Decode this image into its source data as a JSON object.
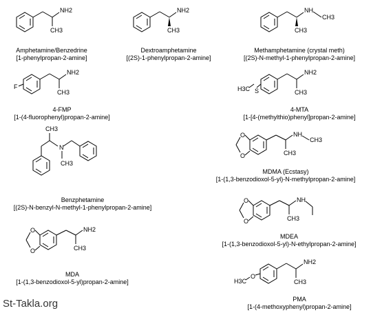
{
  "watermark": "St-Takla.org",
  "compounds": [
    {
      "id": "amphetamine",
      "name": "Amphetamine/Benzedrine",
      "iupac": "[1-phenylpropan-2-amine]"
    },
    {
      "id": "dextroamphetamine",
      "name": "Dextroamphetamine",
      "iupac": "[(2S)-1-phenylpropan-2-amine]"
    },
    {
      "id": "methamphetamine",
      "name": "Methamphetamine (crystal meth)",
      "iupac": "[(2S)-N-methyl-1-phenylpropan-2-amine]"
    },
    {
      "id": "4-fmp",
      "name": "4-FMP",
      "iupac": "[1-(4-fluorophenyl)propan-2-amine]"
    },
    {
      "id": "4-mta",
      "name": "4-MTA",
      "iupac": "[1-[4-(methylthio)phenyl]propan-2-amine]"
    },
    {
      "id": "benzphetamine",
      "name": "Benzphetamine",
      "iupac": "[(2S)-N-benzyl-N-methyl-1-phenylpropan-2-amine]"
    },
    {
      "id": "mdma",
      "name": "MDMA (Ecstasy)",
      "iupac": "[1-(1,3-benzodioxol-5-yl)-N-methylpropan-2-amine]"
    },
    {
      "id": "mdea",
      "name": "MDEA",
      "iupac": "[1-(1,3-benzodioxol-5-yl)-N-ethylpropan-2-amine]"
    },
    {
      "id": "mda",
      "name": "MDA",
      "iupac": "[1-(1,3-benzodioxol-5-yl)propan-2-amine]"
    },
    {
      "id": "pma",
      "name": "PMA",
      "iupac": "[1-(4-methoxyphenyl)propan-2-amine]"
    }
  ],
  "atoms": {
    "nh2": "NH2",
    "nh": "NH",
    "n": "N",
    "ch3": "CH3",
    "ch3_left": "H3C",
    "f": "F",
    "s": "S",
    "o": "O",
    "h3c_o": "H3C"
  }
}
